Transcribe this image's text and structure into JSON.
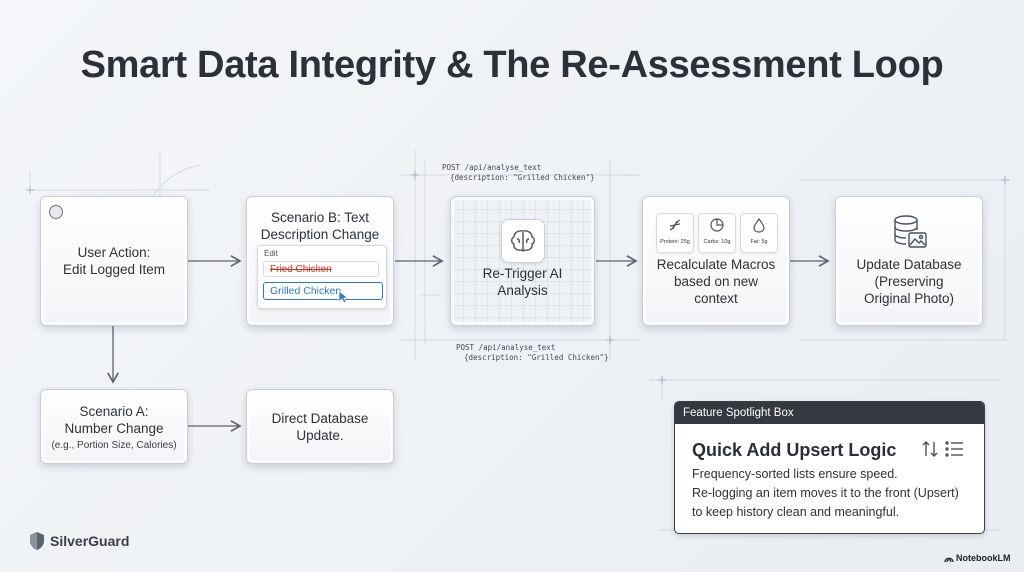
{
  "title": "Smart Data Integrity & The Re-Assessment Loop",
  "nodes": {
    "user_action": {
      "line1": "User Action:",
      "line2": "Edit Logged Item"
    },
    "scenario_b": {
      "line1": "Scenario B: Text",
      "line2": "Description Change",
      "edit_label": "Edit",
      "old_value": "Fried Chicken",
      "new_value": "Grilled Chicken"
    },
    "retrigger": {
      "line1": "Re-Trigger AI",
      "line2": "Analysis"
    },
    "recalc": {
      "line1": "Recalculate Macros",
      "line2": "based on new",
      "line3": "context",
      "macros": [
        "Protein: 25g",
        "Carbs: 10g",
        "Fat: 5g"
      ]
    },
    "update_db": {
      "line1": "Update Database",
      "line2": "(Preserving",
      "line3": "Original Photo)"
    },
    "scenario_a": {
      "line1": "Scenario A:",
      "line2": "Number Change",
      "line3": "(e.g., Portion Size, Calories)"
    },
    "direct_update": {
      "line1": "Direct Database",
      "line2": "Update."
    }
  },
  "code_top": {
    "line1": "POST /api/analyse_text",
    "line2": "{description: \"Grilled Chicken\"}"
  },
  "code_bottom": {
    "line1": "POST /api/analyse_text",
    "line2": "{description: \"Grilled Chicken\"}"
  },
  "spotlight": {
    "header": "Feature Spotlight Box",
    "title": "Quick Add Upsert Logic",
    "line1": "Frequency-sorted lists ensure speed.",
    "line2": "Re-logging an item moves it to the front (Upsert)",
    "line3": "to keep history clean and meaningful."
  },
  "brand": "SilverGuard",
  "watermark": "NotebookLM",
  "colors": {
    "accent_blue": "#2f78c4",
    "strike_red": "#c0392b",
    "dark_header": "#343840"
  }
}
